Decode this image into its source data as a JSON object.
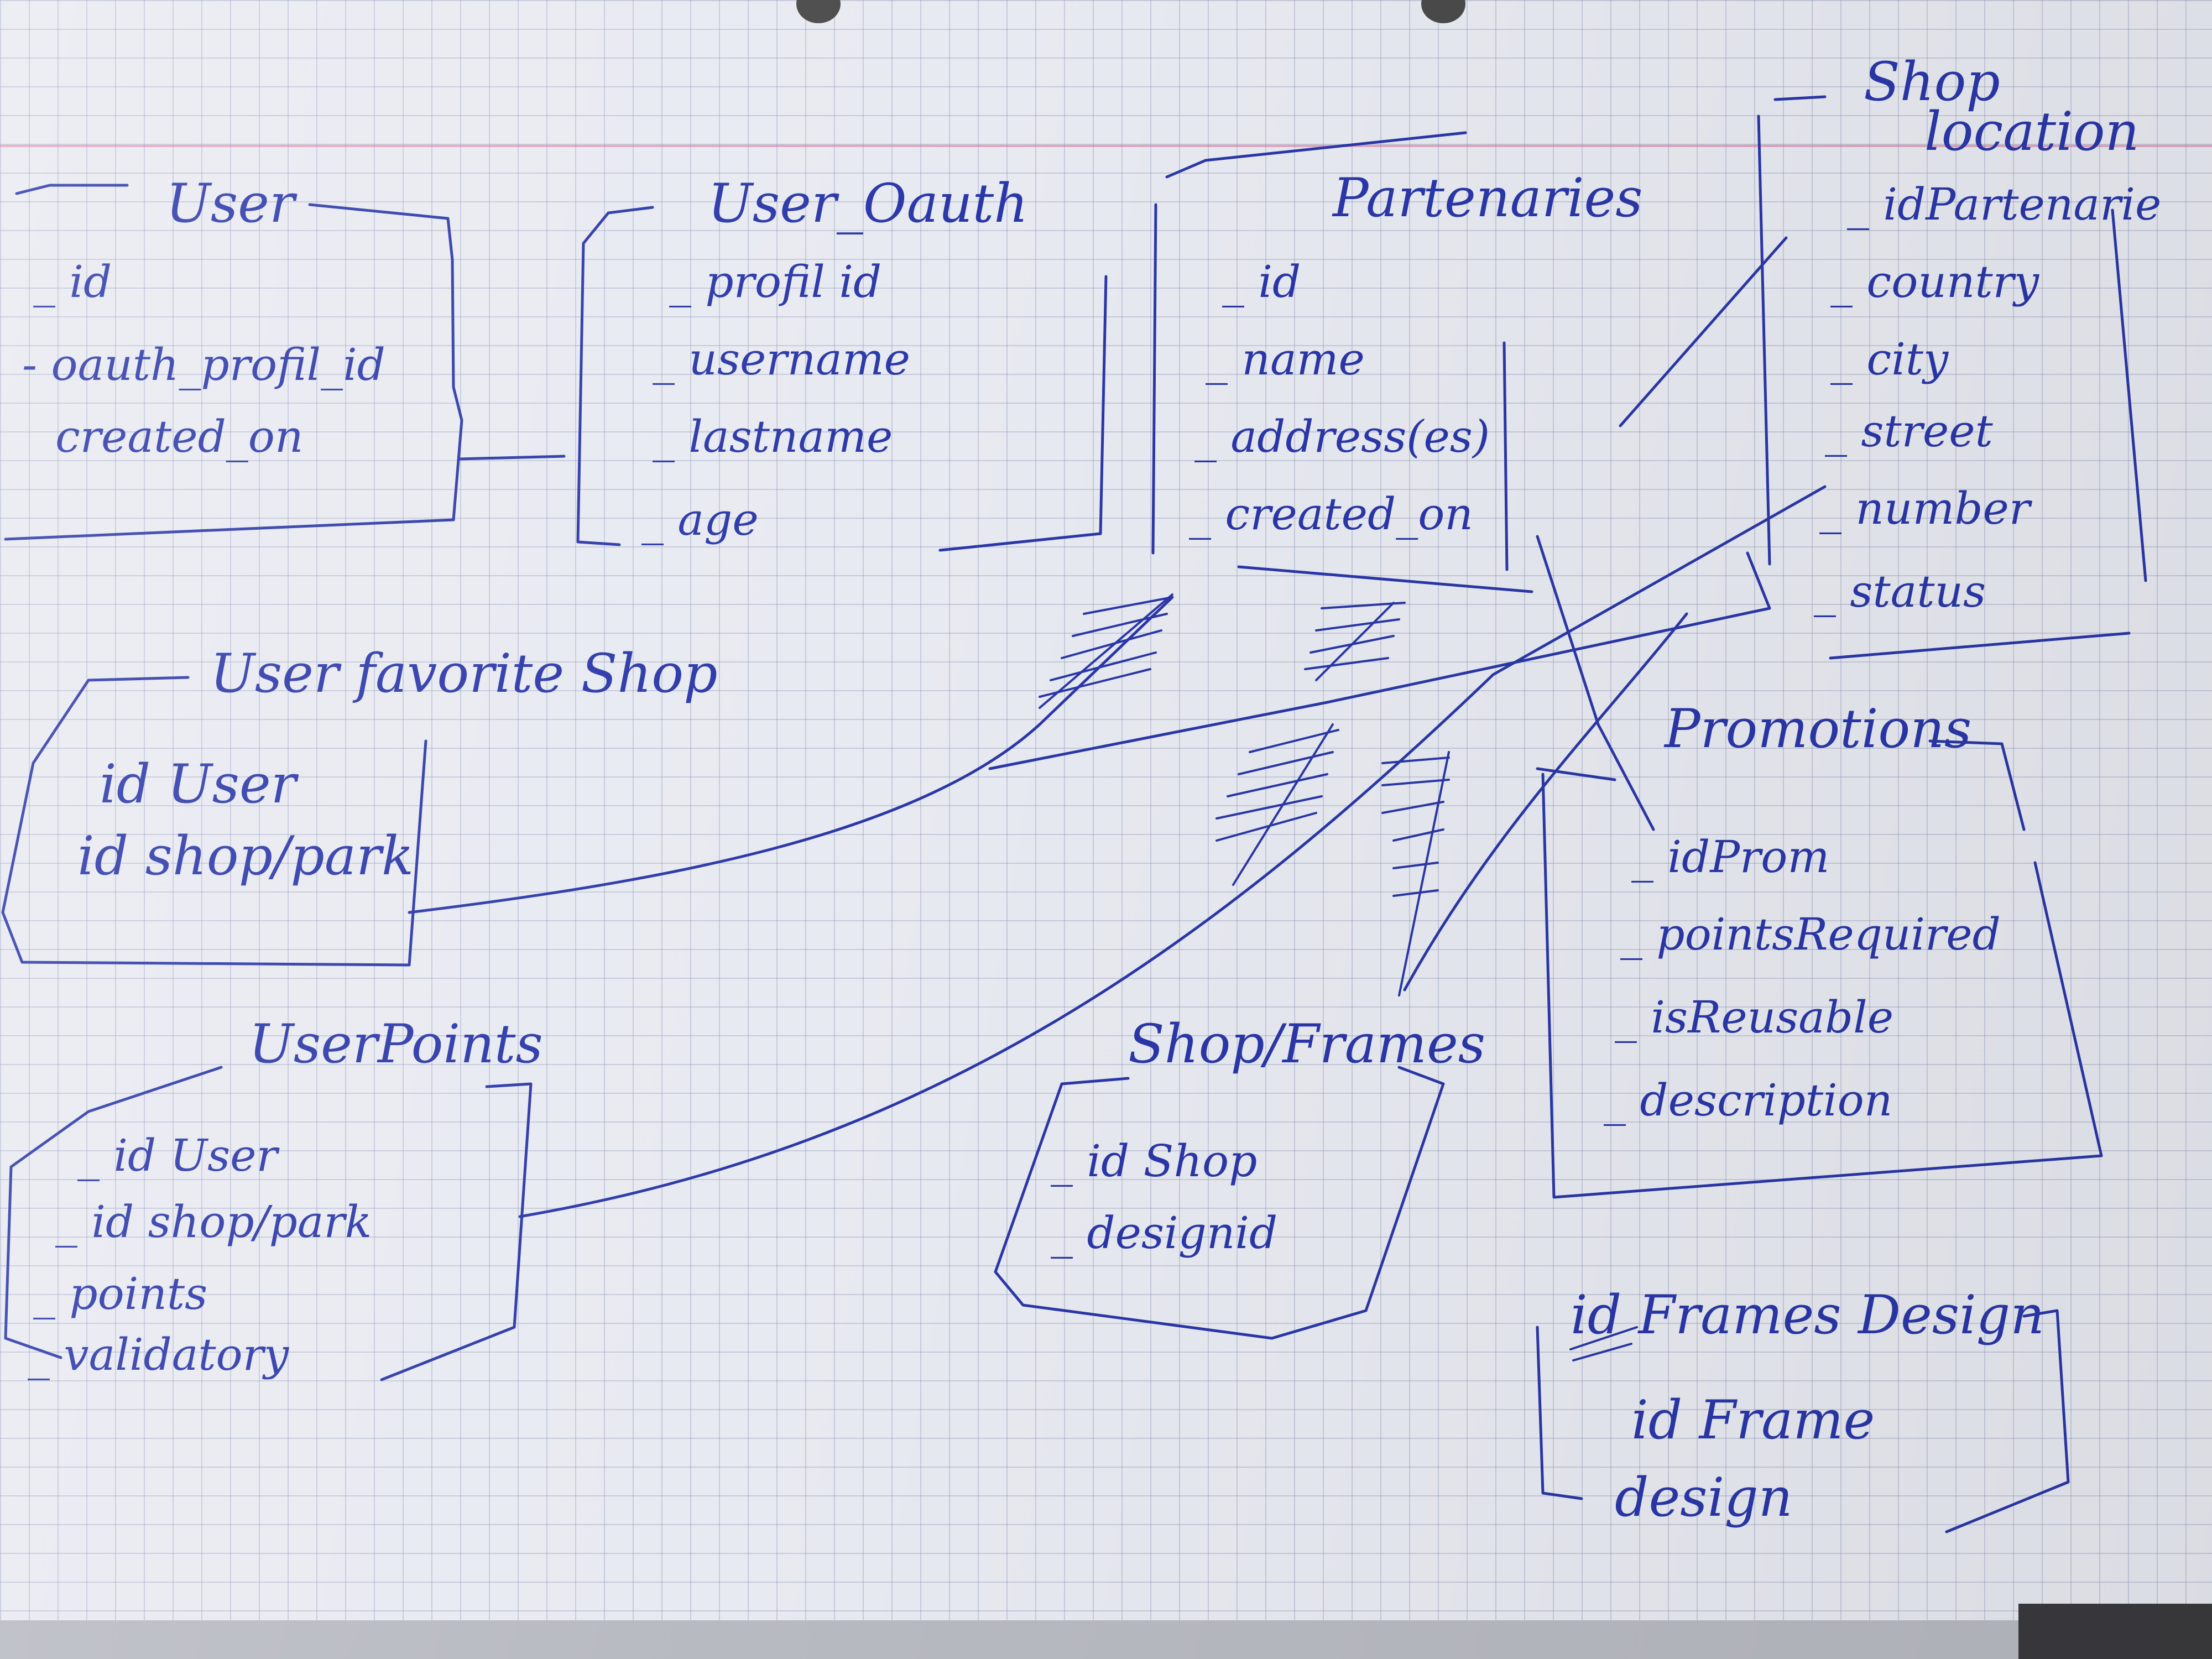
{
  "ink_color": "#2a37a8",
  "paper_color": "#e8eaf1",
  "entities": {
    "user": {
      "title": "User",
      "fields": [
        "_ id",
        "- oauth_profil_id",
        "created_on"
      ]
    },
    "user_oauth": {
      "title": "User_Oauth",
      "fields": [
        "_ profil id",
        "_ username",
        "_ lastname",
        "_ age"
      ]
    },
    "partenaries": {
      "title": "Partenaries",
      "fields": [
        "_ id",
        "_ name",
        "_ address(es)",
        "_ created_on"
      ]
    },
    "shop_location": {
      "title_line1": "Shop",
      "title_line2": "location",
      "fields": [
        "_ idPartenarie",
        "_ country",
        "_ city",
        "_ street",
        "_ number",
        "_ status"
      ]
    },
    "user_favorite_shop": {
      "title": "User favorite Shop",
      "fields": [
        "id User",
        "id shop/park"
      ]
    },
    "promotions": {
      "title": "Promotions",
      "fields": [
        "_ idProm",
        "_ pointsRequired",
        "_ isReusable",
        "_ description"
      ]
    },
    "user_points": {
      "title": "UserPoints",
      "fields": [
        "_ id User",
        "_ id shop/park",
        "_ points",
        "_ validatory"
      ]
    },
    "shop_frames": {
      "title": "Shop/Frames",
      "fields": [
        "_ id Shop",
        "_ designid"
      ]
    },
    "frames_design": {
      "title": "id Frames Design",
      "fields": [
        "id Frame",
        "design"
      ]
    }
  }
}
